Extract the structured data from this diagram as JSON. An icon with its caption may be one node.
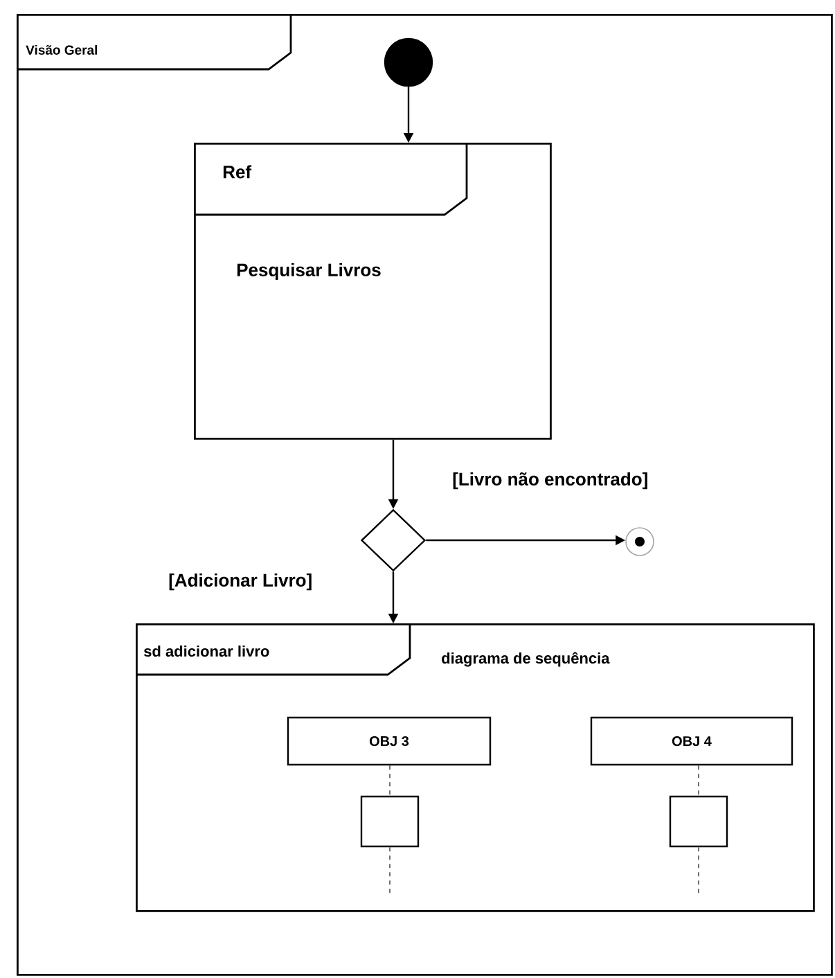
{
  "diagram": {
    "nodes": [
      {
        "text": [
          "Visão Geral"
        ]
      },
      {
        "text": [],
        "shape": "circle",
        "in": 0
      },
      {
        "text": [
          "Ref",
          "Pesquisar Livros"
        ],
        "in": 0
      },
      {
        "text": [],
        "shape": "diamond",
        "in": 0
      },
      {
        "text": [],
        "shape": "circle",
        "in": 0
      },
      {
        "text": [
          "sd adicionar livro",
          "diagrama de sequência"
        ],
        "in": 0
      },
      {
        "text": [
          "OBJ 3"
        ],
        "in": 5
      },
      {
        "text": [
          "OBJ 4"
        ],
        "in": 5
      },
      {
        "text": [],
        "shape": "box",
        "in": 5
      },
      {
        "text": [],
        "shape": "box",
        "in": 5
      }
    ],
    "edges": [
      {
        "from": 1,
        "to": 2,
        "arrow": "to"
      },
      {
        "from": 2,
        "to": 3,
        "arrow": "to"
      },
      {
        "from": 3,
        "to": 4,
        "arrow": "to",
        "label": "[Livro não encontrado]"
      },
      {
        "from": 3,
        "to": 5,
        "arrow": "to",
        "label": "[Adicionar Livro]"
      },
      {
        "from": 6,
        "to": 8,
        "arrow": "none",
        "style": "dashed"
      },
      {
        "from": 7,
        "to": 9,
        "arrow": "none",
        "style": "dashed"
      }
    ]
  }
}
